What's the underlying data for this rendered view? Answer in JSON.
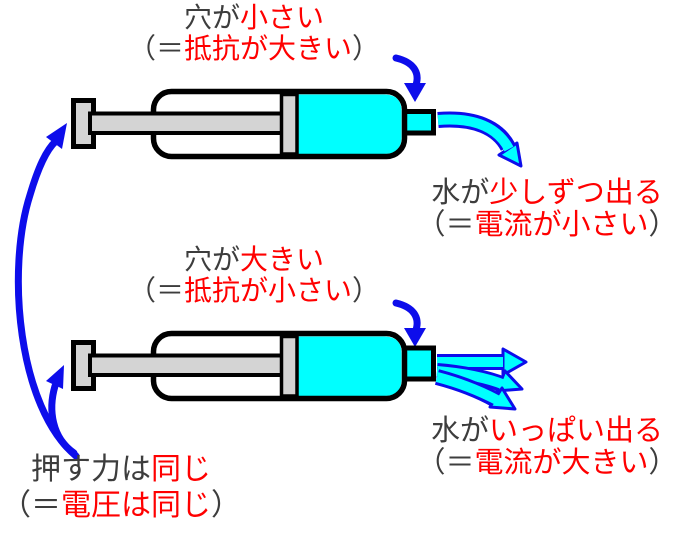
{
  "colors": {
    "text_dark": "#3d3d3d",
    "text_red": "#ff0000",
    "arrow_blue": "#0d0deb",
    "water_cyan": "#00ffff",
    "plunger_gray": "#d4d4d4",
    "outline": "#000000",
    "background": "#ffffff"
  },
  "syringe_top": {
    "label_line1_black": "穴が",
    "label_line1_red": "小さい",
    "label_line2_prefix": "（＝",
    "label_line2_red": "抵抗が大きい",
    "label_line2_suffix": "）",
    "result_line1_black": "水が",
    "result_line1_red": "少しずつ出る",
    "result_line2_prefix": "（＝",
    "result_line2_red": "電流が小さい",
    "result_line2_suffix": "）"
  },
  "syringe_bottom": {
    "label_line1_black": "穴が",
    "label_line1_red": "大きい",
    "label_line2_prefix": "（＝",
    "label_line2_red": "抵抗が小さい",
    "label_line2_suffix": "）",
    "result_line1_black": "水が",
    "result_line1_red": "いっぱい出る",
    "result_line2_prefix": "（＝",
    "result_line2_red": "電流が大きい",
    "result_line2_suffix": "）"
  },
  "force": {
    "line1_black": "押す力は",
    "line1_red": "同じ",
    "line2_prefix": "（＝",
    "line2_red": "電圧は同じ",
    "line2_suffix": "）"
  },
  "arrows": {
    "top_nozzle_pointer": "curved-down-arrow",
    "bottom_nozzle_pointer": "curved-down-arrow",
    "top_water_flow": "single-curved-water-arrow",
    "bottom_water_flow": "triple-fan-water-arrows",
    "force_to_top_plunger": "long-curved-up-arrow",
    "force_to_bottom_plunger": "short-curved-up-arrow"
  }
}
